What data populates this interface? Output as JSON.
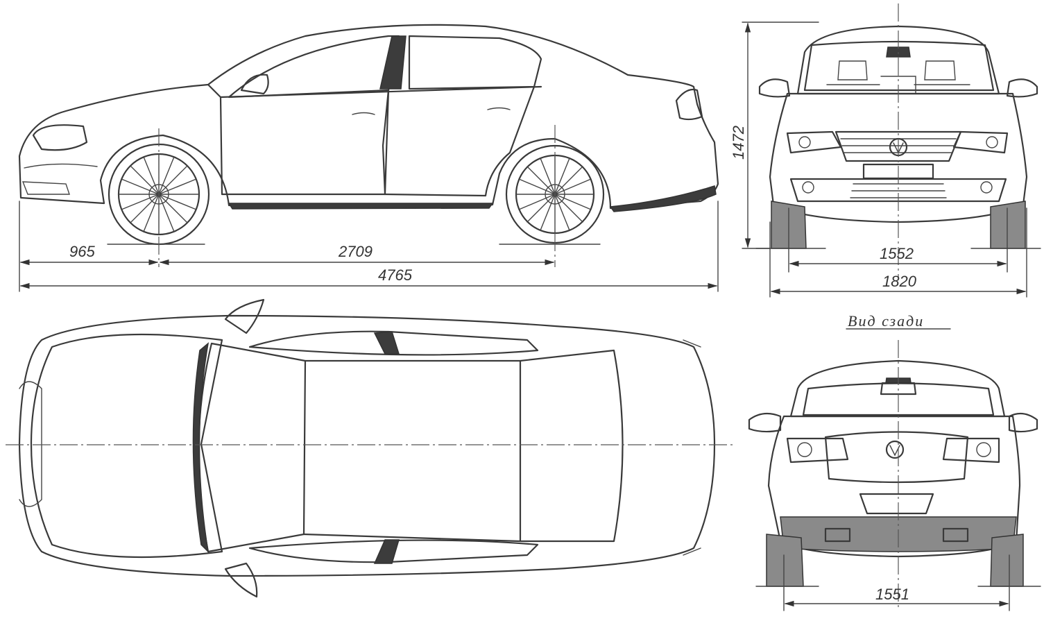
{
  "dimensions": {
    "front_overhang": "965",
    "wheelbase": "2709",
    "overall_length": "4765",
    "height": "1472",
    "front_track": "1552",
    "overall_width": "1820",
    "rear_track": "1551"
  },
  "labels": {
    "rear_view_title": "Вид сзади"
  },
  "colors": {
    "line": "#3a3a3a",
    "background": "#ffffff"
  }
}
